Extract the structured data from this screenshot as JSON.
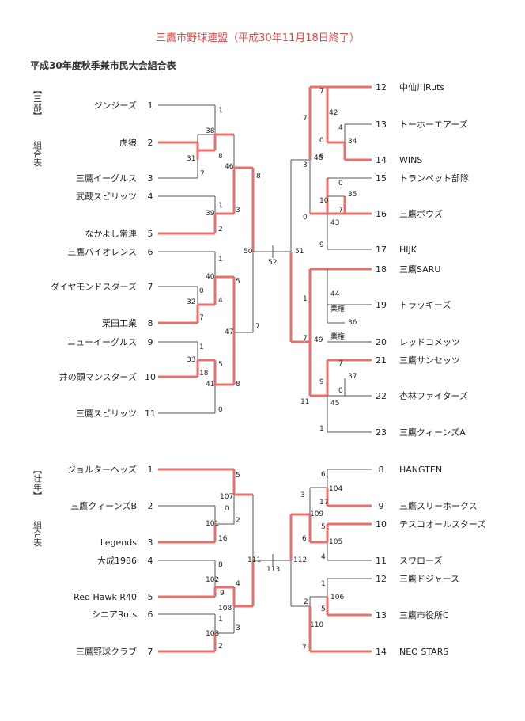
{
  "header": {
    "title": "三鷹市野球連盟（平成30年11月18日終了）",
    "subtitle": "平成30年度秋季兼市民大会組合表"
  },
  "colors": {
    "win": "#e8716f",
    "line": "#555555",
    "title": "#e24a4a",
    "text": "#222222"
  },
  "sections": [
    {
      "label_top": "【三部】",
      "label_bottom": "組合表",
      "left_teams": [
        {
          "name": "ジンジーズ",
          "seed": "1"
        },
        {
          "name": "虎狼",
          "seed": "2"
        },
        {
          "name": "三鷹イーグルス",
          "seed": "3"
        },
        {
          "name": "武蔵スピリッツ",
          "seed": "4"
        },
        {
          "name": "なかよし常連",
          "seed": "5"
        },
        {
          "name": "三鷹バイオレンス",
          "seed": "6"
        },
        {
          "name": "ダイヤモンドスターズ",
          "seed": "7"
        },
        {
          "name": "栗田工業",
          "seed": "8"
        },
        {
          "name": "ニューイーグルス",
          "seed": "9"
        },
        {
          "name": "井の頭マンスターズ",
          "seed": "10"
        },
        {
          "name": "三鷹スピリッツ",
          "seed": "11"
        }
      ],
      "right_teams": [
        {
          "name": "中仙川Ruts",
          "seed": "12"
        },
        {
          "name": "トーホーエアーズ",
          "seed": "13"
        },
        {
          "name": "WINS",
          "seed": "14"
        },
        {
          "name": "トランペット部隊",
          "seed": "15"
        },
        {
          "name": "三鷹ボウズ",
          "seed": "16"
        },
        {
          "name": "HIJK",
          "seed": "17"
        },
        {
          "name": "三鷹SARU",
          "seed": "18"
        },
        {
          "name": "トラッキーズ",
          "seed": "19"
        },
        {
          "name": "レッドコメッツ",
          "seed": "20"
        },
        {
          "name": "三鷹サンセッツ",
          "seed": "21"
        },
        {
          "name": "杏林ファイターズ",
          "seed": "22"
        },
        {
          "name": "三鷹クィーンズA",
          "seed": "23"
        }
      ],
      "labels": [
        "1",
        "38",
        "8",
        "31",
        "7",
        "46",
        "8",
        "1",
        "39",
        "3",
        "2",
        "50",
        "52",
        "51",
        "1",
        "40",
        "5",
        "0",
        "32",
        "4",
        "7",
        "47",
        "7",
        "1",
        "33",
        "18",
        "5",
        "41",
        "8",
        "0",
        "7",
        "42",
        "7",
        "4",
        "34",
        "0",
        "6",
        "3",
        "48",
        "0",
        "10",
        "35",
        "7",
        "43",
        "0",
        "9",
        "44",
        "1",
        "業権",
        "36",
        "業権",
        "7",
        "49",
        "7",
        "37",
        "9",
        "0",
        "45",
        "11",
        "1"
      ]
    },
    {
      "label_top": "【壮年】",
      "label_bottom": "組合表",
      "left_teams": [
        {
          "name": "ジョルターヘッズ",
          "seed": "1"
        },
        {
          "name": "三鷹クィーンズB",
          "seed": "2"
        },
        {
          "name": "Legends",
          "seed": "3"
        },
        {
          "name": "大成1986",
          "seed": "4"
        },
        {
          "name": "Red Hawk R40",
          "seed": "5"
        },
        {
          "name": "シニアRuts",
          "seed": "6"
        },
        {
          "name": "三鷹野球クラブ",
          "seed": "7"
        }
      ],
      "right_teams": [
        {
          "name": "HANGTEN",
          "seed": "8"
        },
        {
          "name": "三鷹スリーホークス",
          "seed": "9"
        },
        {
          "name": "テスコオールスターズ",
          "seed": "10"
        },
        {
          "name": "スワローズ",
          "seed": "11"
        },
        {
          "name": "三鷹ドジャース",
          "seed": "12"
        },
        {
          "name": "三鷹市役所C",
          "seed": "13"
        },
        {
          "name": "NEO STARS",
          "seed": "14"
        }
      ],
      "labels": [
        "5",
        "107",
        "0",
        "101",
        "2",
        "16",
        "111",
        "113",
        "112",
        "8",
        "102",
        "4",
        "9",
        "108",
        "1",
        "103",
        "3",
        "2",
        "6",
        "104",
        "3",
        "17",
        "109",
        "5",
        "6",
        "105",
        "4",
        "1",
        "106",
        "2",
        "5",
        "110",
        "7"
      ]
    }
  ]
}
